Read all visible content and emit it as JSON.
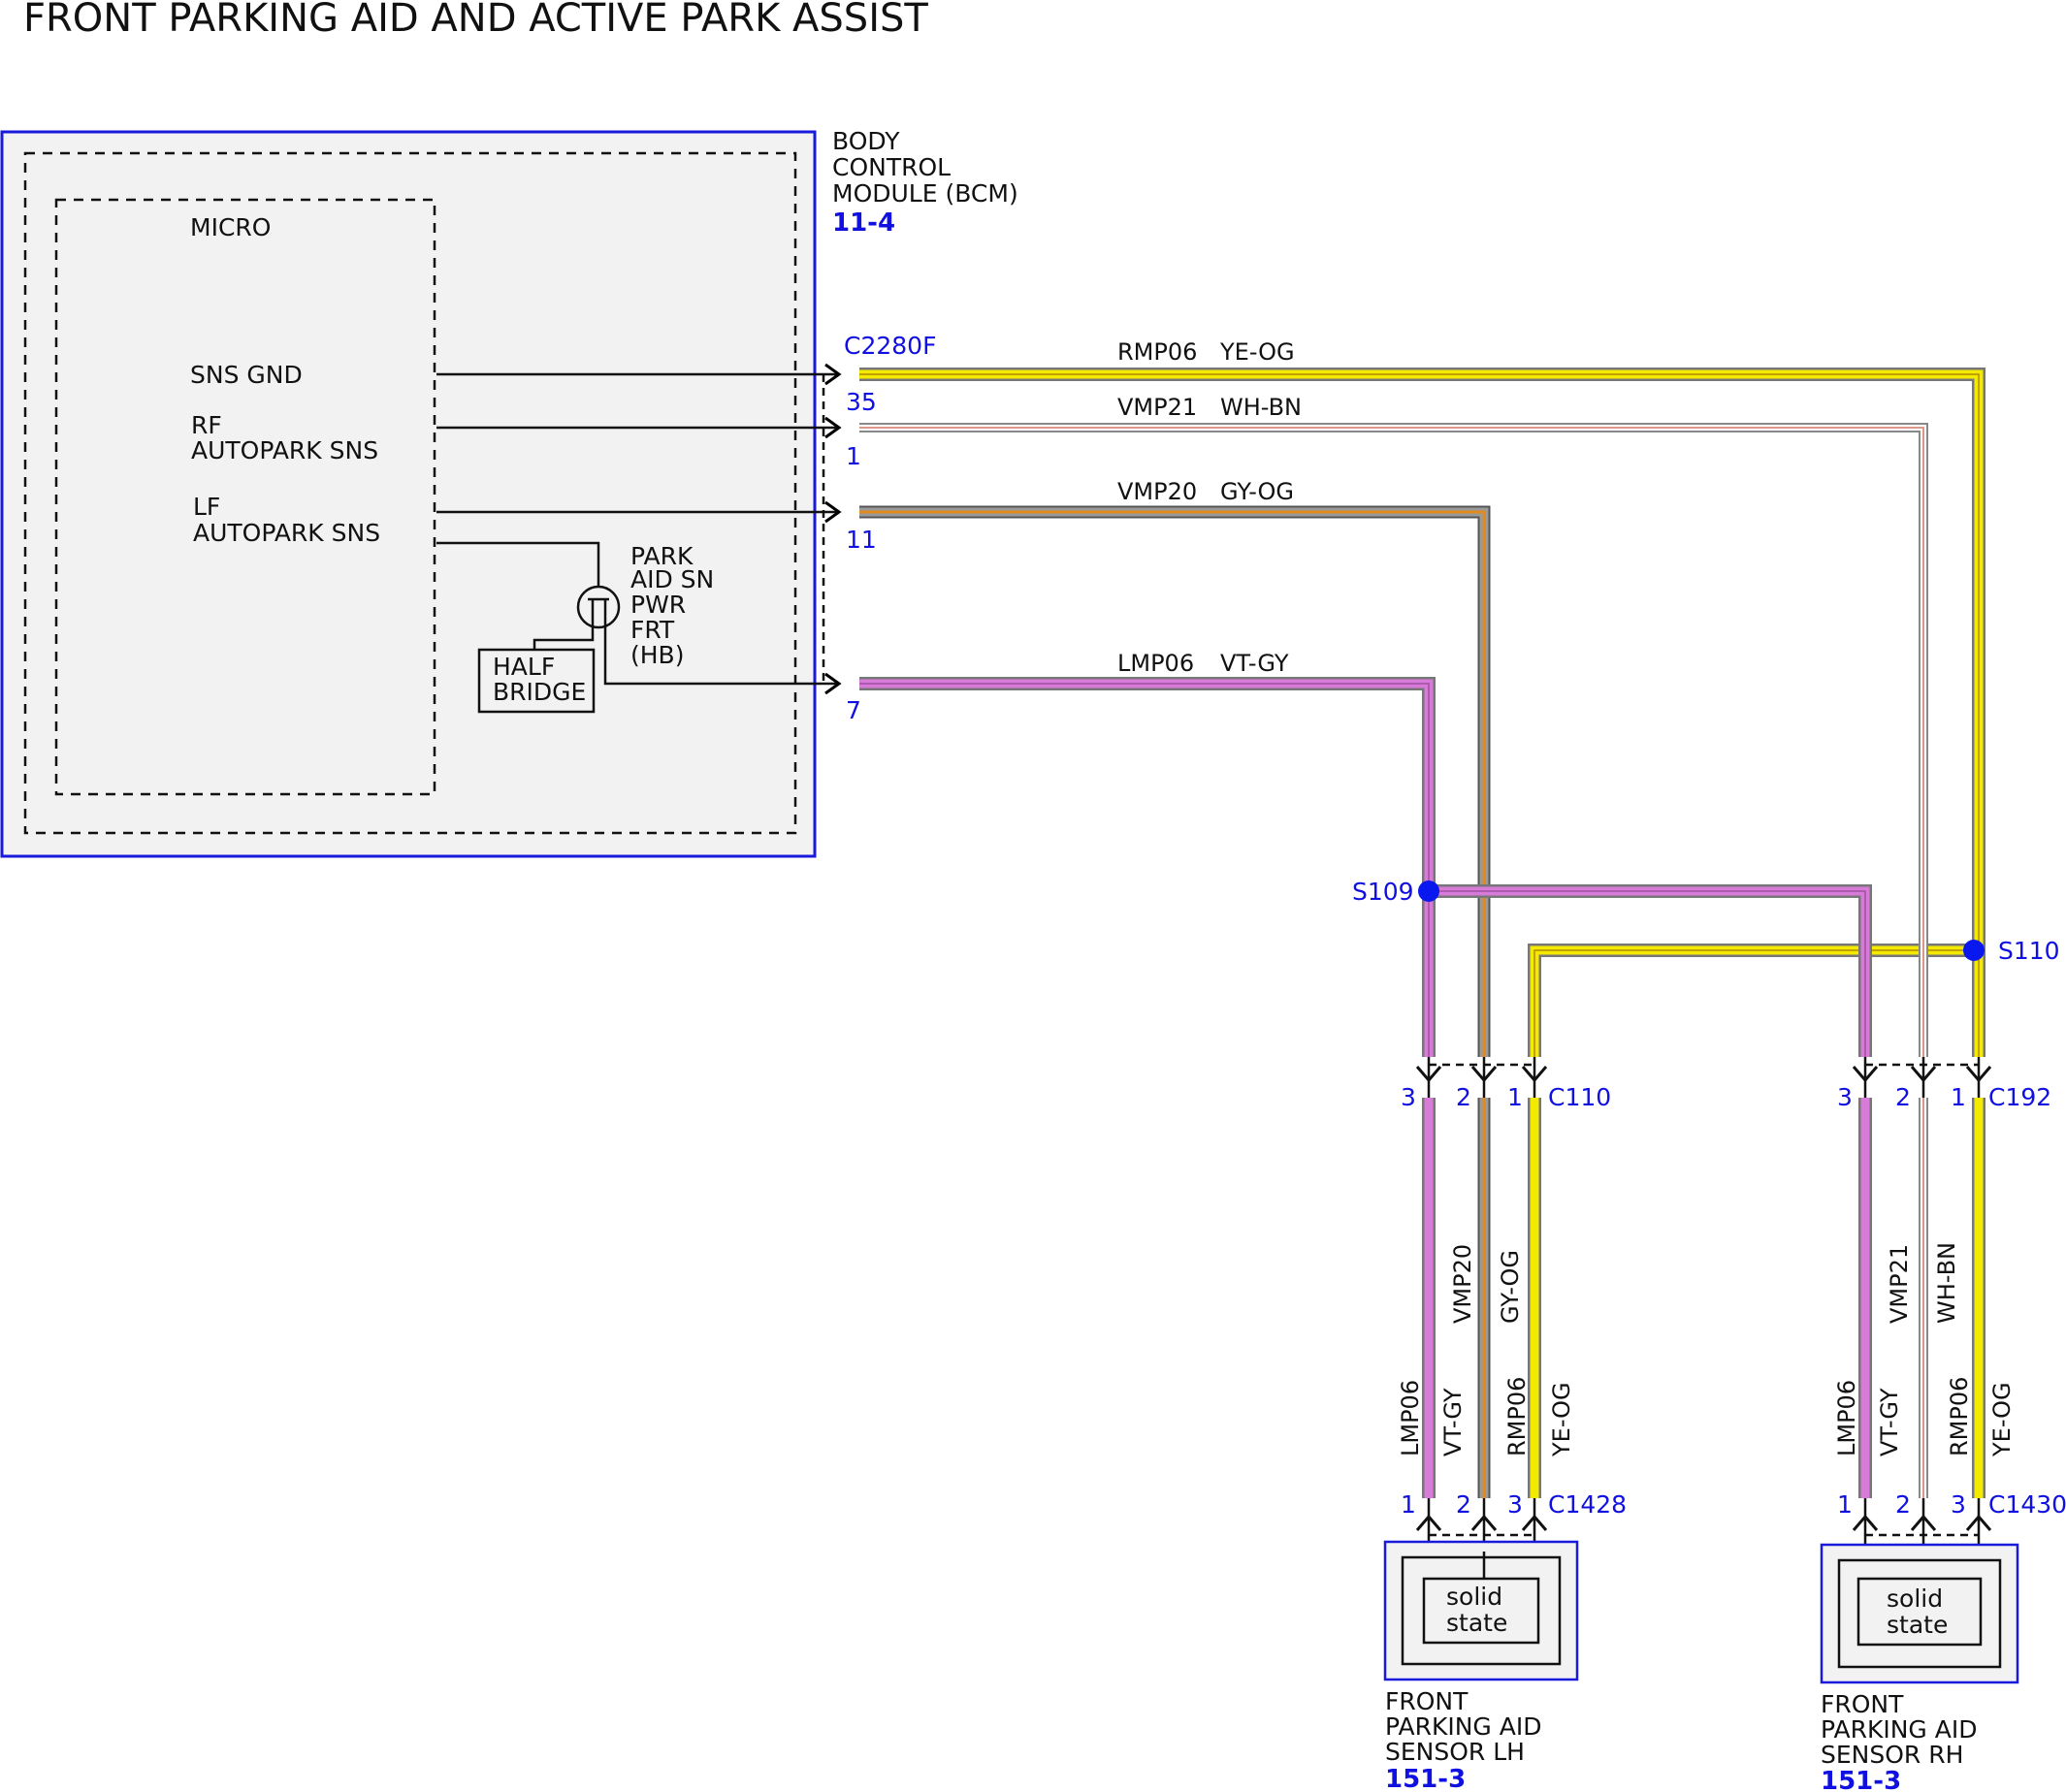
{
  "title": "FRONT PARKING AID AND ACTIVE PARK ASSIST",
  "bcm": {
    "name_lines": [
      "BODY",
      "CONTROL",
      "MODULE (BCM)"
    ],
    "ref": "11-4",
    "micro_label": "MICRO",
    "sns_gnd": "SNS GND",
    "rf_lines": [
      "RF",
      "AUTOPARK SNS"
    ],
    "lf_lines": [
      "LF",
      "AUTOPARK SNS"
    ],
    "park_aid_lines": [
      "PARK",
      "AID SN",
      "PWR",
      "FRT",
      "(HB)"
    ],
    "half_bridge_lines": [
      "HALF",
      "BRIDGE"
    ],
    "connector": "C2280F",
    "pins": [
      "35",
      "1",
      "11",
      "7"
    ]
  },
  "colors": {
    "ye_og": "#f4ea00",
    "wh_bn": "#d98a7a",
    "gy_og": "#e08a20",
    "vt_gy": "#d87ad8",
    "box_border": "#1a1adc",
    "box_fill": "#f2f2f2",
    "splice": "#0a18f0",
    "label_blue": "#1010e0"
  },
  "wires": [
    {
      "circuit": "RMP06",
      "color": "YE-OG"
    },
    {
      "circuit": "VMP21",
      "color": "WH-BN"
    },
    {
      "circuit": "VMP20",
      "color": "GY-OG"
    },
    {
      "circuit": "LMP06",
      "color": "VT-GY"
    }
  ],
  "splices": [
    "S109",
    "S110"
  ],
  "c110": {
    "name": "C110",
    "pins": [
      "3",
      "2",
      "1"
    ]
  },
  "c192": {
    "name": "C192",
    "pins": [
      "3",
      "2",
      "1"
    ]
  },
  "c1428": {
    "name": "C1428",
    "pins": [
      "1",
      "2",
      "3"
    ]
  },
  "c1430": {
    "name": "C1430",
    "pins": [
      "1",
      "2",
      "3"
    ]
  },
  "lh_vertical_labels": [
    "LMP06",
    "VT-GY",
    "VMP20",
    "GY-OG",
    "RMP06",
    "YE-OG"
  ],
  "rh_vertical_labels": [
    "LMP06",
    "VT-GY",
    "VMP21",
    "WH-BN",
    "RMP06",
    "YE-OG"
  ],
  "sensor_lh": {
    "inner_lines": [
      "solid",
      "state"
    ],
    "name_lines": [
      "FRONT",
      "PARKING AID",
      "SENSOR LH"
    ],
    "ref": "151-3"
  },
  "sensor_rh": {
    "inner_lines": [
      "solid",
      "state"
    ],
    "name_lines": [
      "FRONT",
      "PARKING AID",
      "SENSOR RH"
    ],
    "ref": "151-3"
  }
}
